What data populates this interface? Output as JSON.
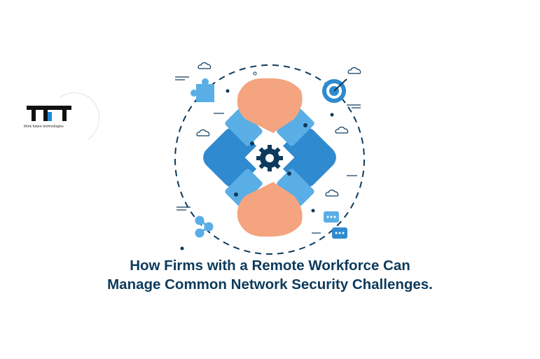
{
  "logo": {
    "letters": "TFT",
    "tagline": "think future technologies",
    "colors": {
      "dark": "#111111",
      "accent": "#1e88d6"
    }
  },
  "illustration": {
    "subject": "hands-interlocked-teamwork",
    "center_icon": "gear-icon",
    "decor_icons": [
      "puzzle-icon",
      "target-icon",
      "share-icon",
      "chat-bubbles-icon",
      "cloud-icon"
    ],
    "colors": {
      "skin": "#f4a47f",
      "sleeve_light": "#5aaee6",
      "sleeve_dark": "#2f8ad0",
      "navy": "#0d3a5c"
    }
  },
  "headline": {
    "line1": "How Firms with a Remote Workforce Can",
    "line2": "Manage Common Network Security Challenges.",
    "color": "#0d3a5c"
  }
}
